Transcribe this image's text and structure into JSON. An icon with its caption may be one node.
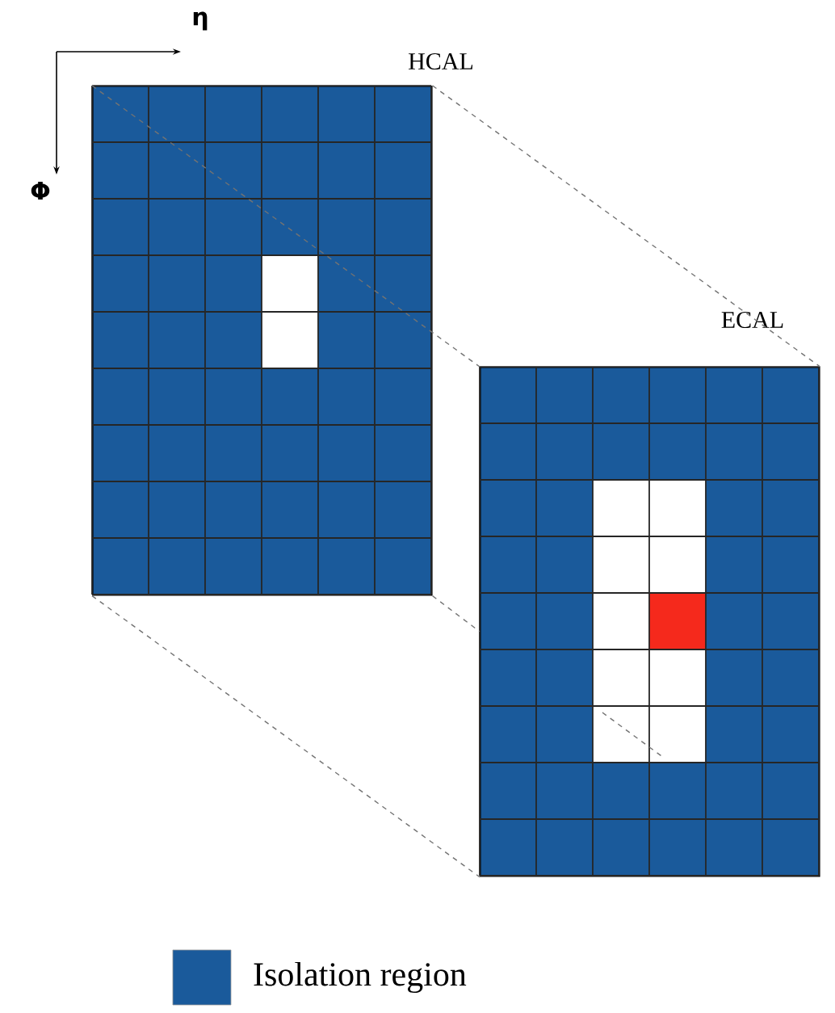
{
  "diagram": {
    "nodes": [
      {
        "text": [
          "HCAL"
        ]
      },
      {
        "text": [
          "ECAL"
        ]
      }
    ],
    "edges": [
      {
        "from": 0,
        "to": 1,
        "arrow": "none",
        "style": "dashed"
      },
      {
        "from": 0,
        "to": 1,
        "arrow": "none",
        "style": "dashed"
      },
      {
        "from": 0,
        "to": 1,
        "arrow": "none",
        "style": "dashed"
      },
      {
        "from": 0,
        "to": 1,
        "arrow": "none",
        "style": "dashed"
      }
    ],
    "labels": [
      "η",
      "Φ"
    ],
    "legend": [
      {
        "text": "Isolation region",
        "color": "#1a5a9b"
      }
    ]
  }
}
